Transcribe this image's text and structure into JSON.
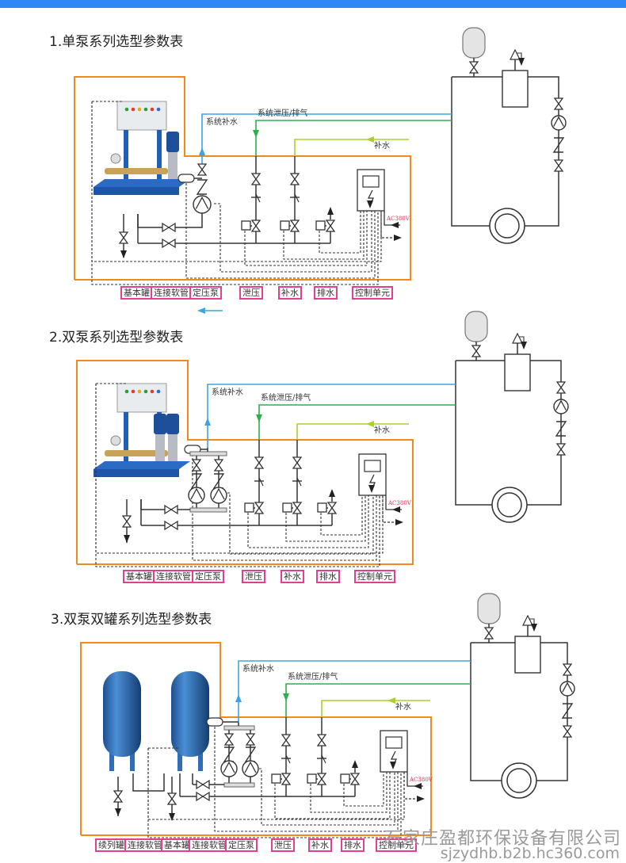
{
  "header": {
    "bar_color": "#2f88f5"
  },
  "sections": [
    {
      "title": "1.单泵系列选型参数表",
      "lines": {
        "system_makeup": "系统补水",
        "system_relief": "系统泄压/排气",
        "makeup": "补水",
        "power": "AC380V"
      },
      "labels": [
        "基本罐",
        "连接软管",
        "定压泵",
        "泄压",
        "补水",
        "排水",
        "控制单元"
      ]
    },
    {
      "title": "2.双泵系列选型参数表",
      "lines": {
        "system_makeup": "系统补水",
        "system_relief": "系统泄压/排气",
        "makeup": "补水",
        "power": "AC380V"
      },
      "labels": [
        "基本罐",
        "连接软管",
        "定压泵",
        "泄压",
        "补水",
        "排水",
        "控制单元"
      ]
    },
    {
      "title": "3.双泵双罐系列选型参数表",
      "lines": {
        "system_makeup": "系统补水",
        "system_relief": "系统泄压/排气",
        "makeup": "补水",
        "power": "AC380V"
      },
      "labels": [
        "续列罐",
        "连接软管",
        "基本罐",
        "连接软管",
        "定压泵",
        "泄压",
        "补水",
        "排水",
        "控制单元"
      ]
    }
  ],
  "colors": {
    "frame": "#f08a1c",
    "system_makeup": "#3fa3e0",
    "system_relief": "#2db04b",
    "makeup": "#a8d12a",
    "label_border": "#e0408f",
    "power_text": "#e03050"
  },
  "watermark": {
    "company": "石家庄盈都环保设备有限公司",
    "site": "sjzydhb.b2b.hc360.com"
  }
}
